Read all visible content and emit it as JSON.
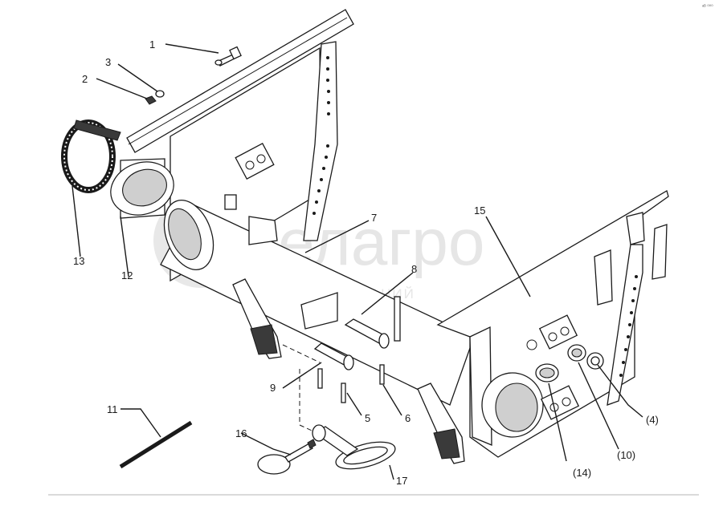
{
  "watermark": {
    "brand": "белагро",
    "tagline": "ГРУППА КОМПАНИЙ"
  },
  "corner_mark": "ᵃᴮ ⁰⁰⁰",
  "callouts": [
    {
      "id": "1",
      "text": "1"
    },
    {
      "id": "2",
      "text": "2"
    },
    {
      "id": "3",
      "text": "3"
    },
    {
      "id": "4",
      "text": "(4)"
    },
    {
      "id": "5",
      "text": "5"
    },
    {
      "id": "6",
      "text": "6"
    },
    {
      "id": "7",
      "text": "7"
    },
    {
      "id": "8",
      "text": "8"
    },
    {
      "id": "9",
      "text": "9"
    },
    {
      "id": "10",
      "text": "(10)"
    },
    {
      "id": "11",
      "text": "11"
    },
    {
      "id": "12",
      "text": "12"
    },
    {
      "id": "13",
      "text": "13"
    },
    {
      "id": "14",
      "text": "(14)"
    },
    {
      "id": "15",
      "text": "15"
    },
    {
      "id": "16",
      "text": "16"
    },
    {
      "id": "17",
      "text": "17"
    }
  ]
}
